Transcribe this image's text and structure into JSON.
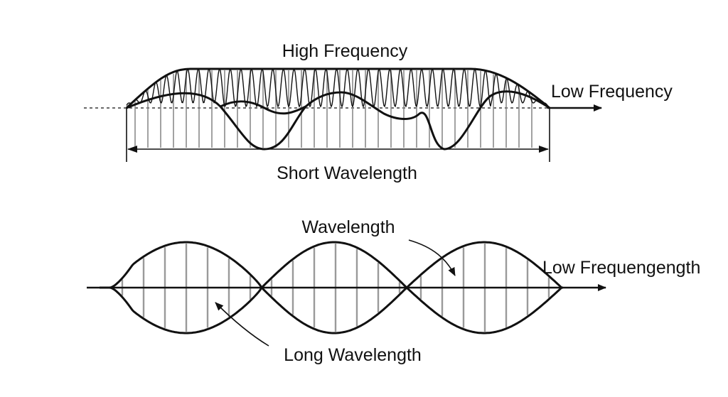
{
  "top_panel": {
    "label_top": "High Frequency",
    "label_axis": "Low Frequency",
    "label_bottom": "Short Wavelength"
  },
  "bottom_panel": {
    "label_wavelength": "Wavelength",
    "label_axis": "Low Frequengength",
    "label_long": "Long Wavelength"
  }
}
